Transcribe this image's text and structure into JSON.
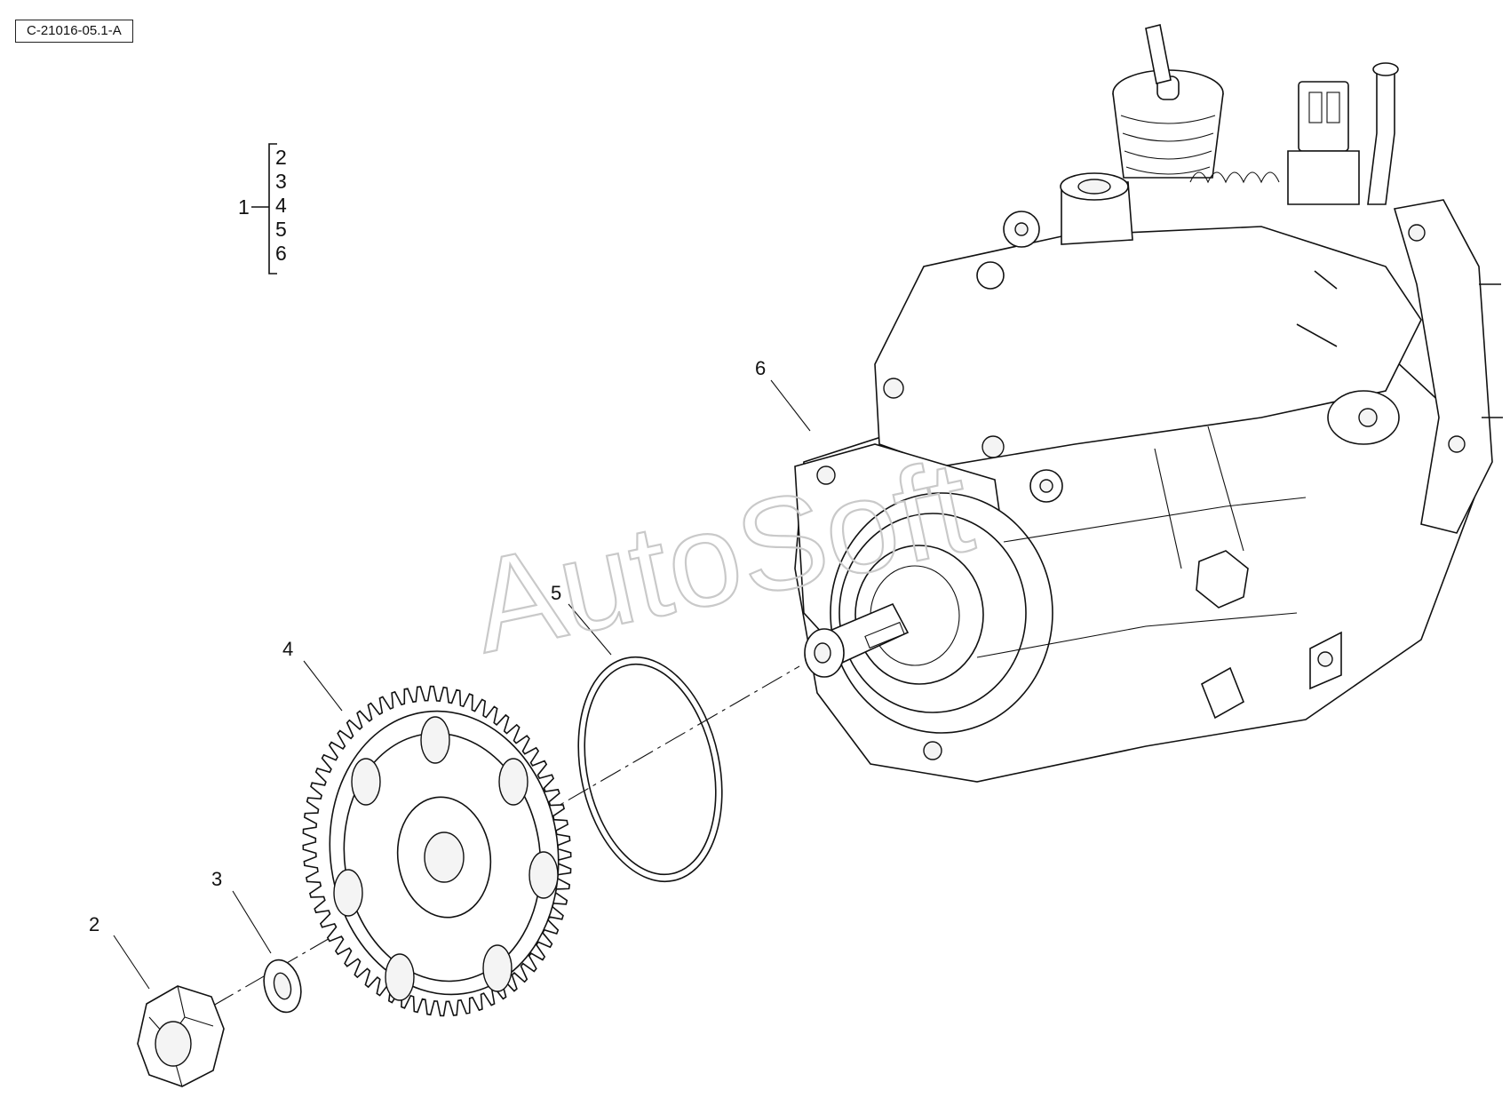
{
  "reference_code": "C-21016-05.1-A",
  "watermark": "AutoSoft",
  "assembly": {
    "number": "1",
    "includes": [
      "2",
      "3",
      "4",
      "5",
      "6"
    ]
  },
  "callouts": {
    "nut": "2",
    "washer": "3",
    "gear": "4",
    "o_ring": "5",
    "pump": "6"
  }
}
